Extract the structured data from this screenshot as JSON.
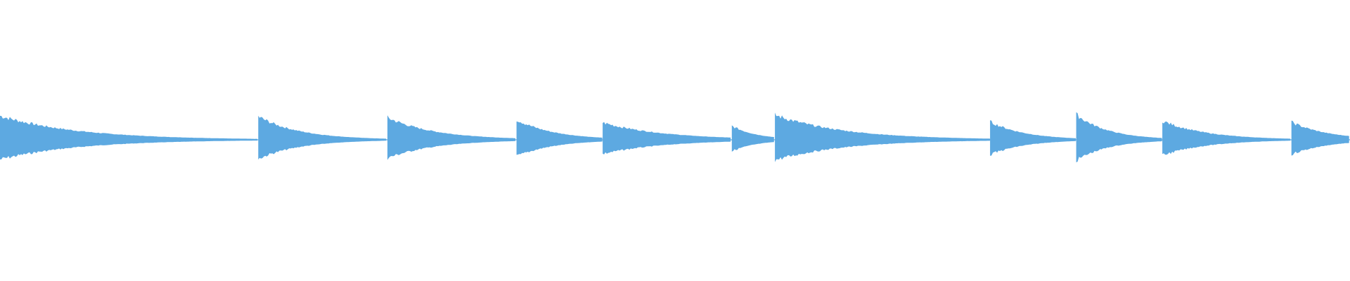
{
  "waveform": {
    "color": "#5DA9E1",
    "background": "#FFFFFF",
    "onsets": [
      {
        "start": 0.0,
        "end": 0.1913,
        "amplitude": 0.95,
        "decay": 3.2
      },
      {
        "start": 0.1913,
        "end": 0.287,
        "amplitude": 0.92,
        "decay": 3.0
      },
      {
        "start": 0.287,
        "end": 0.3826,
        "amplitude": 0.88,
        "decay": 2.6
      },
      {
        "start": 0.3826,
        "end": 0.4464,
        "amplitude": 0.8,
        "decay": 2.2
      },
      {
        "start": 0.4464,
        "end": 0.5421,
        "amplitude": 0.68,
        "decay": 2.0
      },
      {
        "start": 0.5421,
        "end": 0.574,
        "amplitude": 0.55,
        "decay": 1.6
      },
      {
        "start": 0.574,
        "end": 0.7334,
        "amplitude": 0.98,
        "decay": 3.0
      },
      {
        "start": 0.7334,
        "end": 0.7972,
        "amplitude": 0.72,
        "decay": 2.4
      },
      {
        "start": 0.7972,
        "end": 0.861,
        "amplitude": 1.0,
        "decay": 2.6
      },
      {
        "start": 0.861,
        "end": 0.9566,
        "amplitude": 0.75,
        "decay": 2.8
      },
      {
        "start": 0.9566,
        "end": 1.0,
        "amplitude": 0.7,
        "decay": 1.5
      }
    ]
  }
}
